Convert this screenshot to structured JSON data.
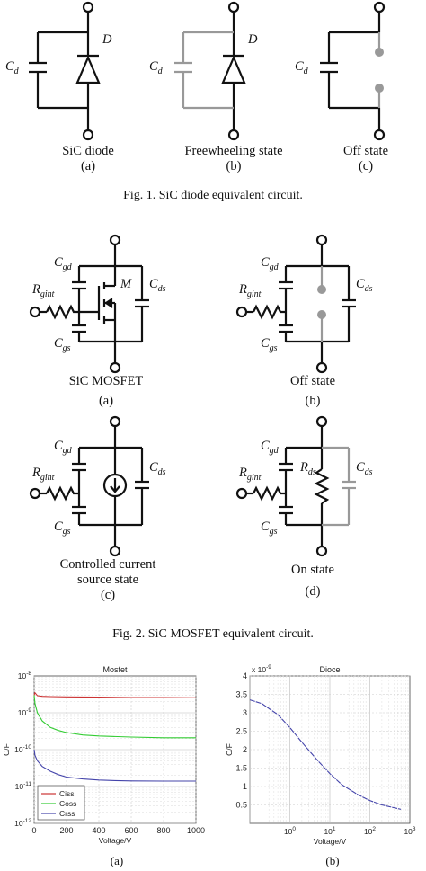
{
  "fig1": {
    "caption": "Fig. 1. SiC diode equivalent circuit.",
    "panels": [
      {
        "title": "SiC diode",
        "letter": "(a)",
        "cap_label": "C",
        "cap_sub": "d",
        "diode_label": "D"
      },
      {
        "title": "Freewheeling state",
        "letter": "(b)",
        "cap_label": "C",
        "cap_sub": "d",
        "diode_label": "D"
      },
      {
        "title": "Off state",
        "letter": "(c)",
        "cap_label": "C",
        "cap_sub": "d"
      }
    ]
  },
  "fig2": {
    "caption": "Fig. 2. SiC MOSFET equivalent circuit.",
    "panels": [
      {
        "title": "SiC MOSFET",
        "letter": "(a)"
      },
      {
        "title": "Off state",
        "letter": "(b)"
      },
      {
        "title": "Controlled current",
        "title2": "source state",
        "letter": "(c)"
      },
      {
        "title": "On state",
        "letter": "(d)"
      }
    ],
    "labels": {
      "cgd": "C",
      "cgd_sub": "gd",
      "cgs": "C",
      "cgs_sub": "gs",
      "cds": "C",
      "cds_sub": "ds",
      "rgint": "R",
      "rgint_sub": "gint",
      "rds": "R",
      "rds_sub": "ds",
      "m": "M"
    }
  },
  "colors": {
    "line": "#111111",
    "gray": "#999999",
    "ciss": "#cc3333",
    "coss": "#33cc33",
    "crss": "#4444aa"
  },
  "chart_data": [
    {
      "type": "line",
      "title": "Mosfet",
      "xlabel": "Voltage/V",
      "ylabel": "C/F",
      "yscale": "log",
      "xlim": [
        0,
        1000
      ],
      "ylim": [
        1e-12,
        1e-08
      ],
      "xticks": [
        "0",
        "200",
        "400",
        "600",
        "800",
        "1000"
      ],
      "yticks": [
        "10^-12",
        "10^-11",
        "10^-10",
        "10^-9",
        "10^-8"
      ],
      "legend": "bottom-left",
      "letter": "(a)",
      "series": [
        {
          "name": "Ciss",
          "color": "#cc3333",
          "x": [
            0,
            5,
            20,
            50,
            100,
            200,
            400,
            600,
            800,
            1000
          ],
          "y": [
            3e-09,
            3.5e-09,
            2.9e-09,
            2.8e-09,
            2.75e-09,
            2.7e-09,
            2.65e-09,
            2.6e-09,
            2.6e-09,
            2.55e-09
          ]
        },
        {
          "name": "Coss",
          "color": "#33cc33",
          "x": [
            0,
            5,
            20,
            50,
            100,
            150,
            200,
            300,
            400,
            600,
            800,
            1000
          ],
          "y": [
            3e-09,
            1.8e-09,
            1e-09,
            6e-10,
            4e-10,
            3.3e-10,
            2.9e-10,
            2.5e-10,
            2.35e-10,
            2.2e-10,
            2.1e-10,
            2.1e-10
          ]
        },
        {
          "name": "Crss",
          "color": "#4444aa",
          "x": [
            0,
            5,
            20,
            50,
            100,
            150,
            200,
            300,
            400,
            500,
            600,
            800,
            1000
          ],
          "y": [
            1e-10,
            7e-11,
            5e-11,
            3.5e-11,
            2.6e-11,
            2.1e-11,
            1.8e-11,
            1.6e-11,
            1.5e-11,
            1.45e-11,
            1.42e-11,
            1.4e-11,
            1.4e-11
          ]
        }
      ]
    },
    {
      "type": "line",
      "title": "Dioce",
      "xlabel": "Voltage/V",
      "ylabel": "C/F",
      "xscale": "log",
      "exponent": "x 10^-9",
      "xlim": [
        0.1,
        1000
      ],
      "ylim": [
        0,
        4
      ],
      "xticks": [
        "10^0",
        "10^1",
        "10^2",
        "10^3"
      ],
      "yticks": [
        "0.5",
        "1",
        "1.5",
        "2",
        "2.5",
        "3",
        "3.5",
        "4"
      ],
      "letter": "(b)",
      "series": [
        {
          "color": "#4444aa",
          "x": [
            0.1,
            0.2,
            0.5,
            1,
            2,
            5,
            10,
            20,
            50,
            100,
            200,
            600
          ],
          "y": [
            3.35,
            3.25,
            2.95,
            2.6,
            2.2,
            1.7,
            1.35,
            1.05,
            0.78,
            0.62,
            0.5,
            0.38
          ]
        }
      ]
    }
  ]
}
